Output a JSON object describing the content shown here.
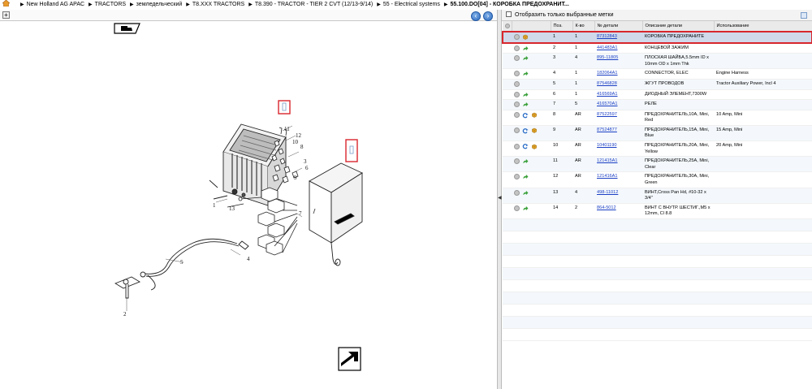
{
  "breadcrumb": {
    "items": [
      "New Holland AG APAC",
      "TRACTORS",
      "земледельческий",
      "T8.XXX TRACTORS",
      "T8.390 - TRACTOR - TIER 2 CVT (12/13-9/14)",
      "55 - Electrical systems",
      "55.100.DO[04] - КОРОБКА ПРЕДОХРАНИТ..."
    ]
  },
  "filter": {
    "label": "Отобразить только выбранные метки"
  },
  "table": {
    "headers": [
      "",
      "",
      "Поз.",
      "К-во",
      "№ детали",
      "Описание детали",
      "Использование"
    ],
    "rows": [
      {
        "pos": "1",
        "qty": "1",
        "part": "87312843",
        "desc": "КОРОБКА ПРЕДОХРАНИТЕ",
        "usage": "",
        "icons": [
          "circle",
          "box"
        ],
        "selected": true
      },
      {
        "pos": "2",
        "qty": "1",
        "part": "441483A1",
        "desc": "КОНЦЕВОЙ ЗАЖИМ",
        "usage": "",
        "icons": [
          "circle",
          "arrow"
        ]
      },
      {
        "pos": "3",
        "qty": "4",
        "part": "895-11805",
        "desc": "ПЛОСКАЯ ШАЙБА,5.5mm ID x 10mm OD x 1mm Thk",
        "usage": "",
        "icons": [
          "circle",
          "arrow"
        ]
      },
      {
        "pos": "4",
        "qty": "1",
        "part": "182064A1",
        "desc": "CONNECTOR, ELEC",
        "usage": "Engine Harness",
        "icons": [
          "circle",
          "arrow"
        ]
      },
      {
        "pos": "5",
        "qty": "1",
        "part": "87546828",
        "desc": "ЖГУТ ПРОВОДОВ",
        "usage": "Tractor Auxiliary Power, Incl 4",
        "icons": [
          "circle"
        ]
      },
      {
        "pos": "6",
        "qty": "1",
        "part": "416569A1",
        "desc": "ДИОДНЫЙ ЭЛЕМЕНТ,7300W",
        "usage": "",
        "icons": [
          "circle",
          "arrow"
        ]
      },
      {
        "pos": "7",
        "qty": "5",
        "part": "416570A1",
        "desc": "РЕЛЕ",
        "usage": "",
        "icons": [
          "circle",
          "arrow"
        ]
      },
      {
        "pos": "8",
        "qty": "AR",
        "part": "87522597",
        "desc": "ПРЕДОХРАНИТЕЛЬ,10A, Mini, Red",
        "usage": "10 Amp, Mini",
        "icons": [
          "circle",
          "ring",
          "box"
        ]
      },
      {
        "pos": "9",
        "qty": "AR",
        "part": "87524877",
        "desc": "ПРЕДОХРАНИТЕЛЬ,15A, Mini, Blue",
        "usage": "15 Amp, Mini",
        "icons": [
          "circle",
          "ring",
          "box"
        ]
      },
      {
        "pos": "10",
        "qty": "AR",
        "part": "10401190",
        "desc": "ПРЕДОХРАНИТЕЛЬ,20A, Mini, Yellow",
        "usage": "20 Amp, Mini",
        "icons": [
          "circle",
          "ring",
          "box"
        ]
      },
      {
        "pos": "11",
        "qty": "AR",
        "part": "121415A1",
        "desc": "ПРЕДОХРАНИТЕЛЬ,25A, Mini, Clear",
        "usage": "",
        "icons": [
          "circle",
          "arrow"
        ]
      },
      {
        "pos": "12",
        "qty": "AR",
        "part": "121416A1",
        "desc": "ПРЕДОХРАНИТЕЛЬ,30A, Mini, Green",
        "usage": "",
        "icons": [
          "circle",
          "arrow"
        ]
      },
      {
        "pos": "13",
        "qty": "4",
        "part": "498-11012",
        "desc": "ВИНТ,Cross Pan Hd, #10-32 x 3/4\"",
        "usage": "",
        "icons": [
          "circle",
          "arrow"
        ]
      },
      {
        "pos": "14",
        "qty": "2",
        "part": "864-5012",
        "desc": "ВИНТ С ВНУТР. ШЕСТИГ.,M5 x 12mm, Cl 8.8",
        "usage": "",
        "icons": [
          "circle",
          "arrow"
        ]
      }
    ]
  },
  "drawing": {
    "callouts": [
      "1",
      "2",
      "3",
      "4",
      "5",
      "6",
      "7",
      "8",
      "9",
      "10",
      "11",
      "12",
      "13"
    ]
  },
  "colors": {
    "selection_border": "#d8262d",
    "selection_fill": "#cfd9ea",
    "link": "#1b3fc4",
    "arrow_green": "#3aa03a",
    "box_orange": "#e4a52a",
    "ring_blue": "#2a6cc7"
  }
}
